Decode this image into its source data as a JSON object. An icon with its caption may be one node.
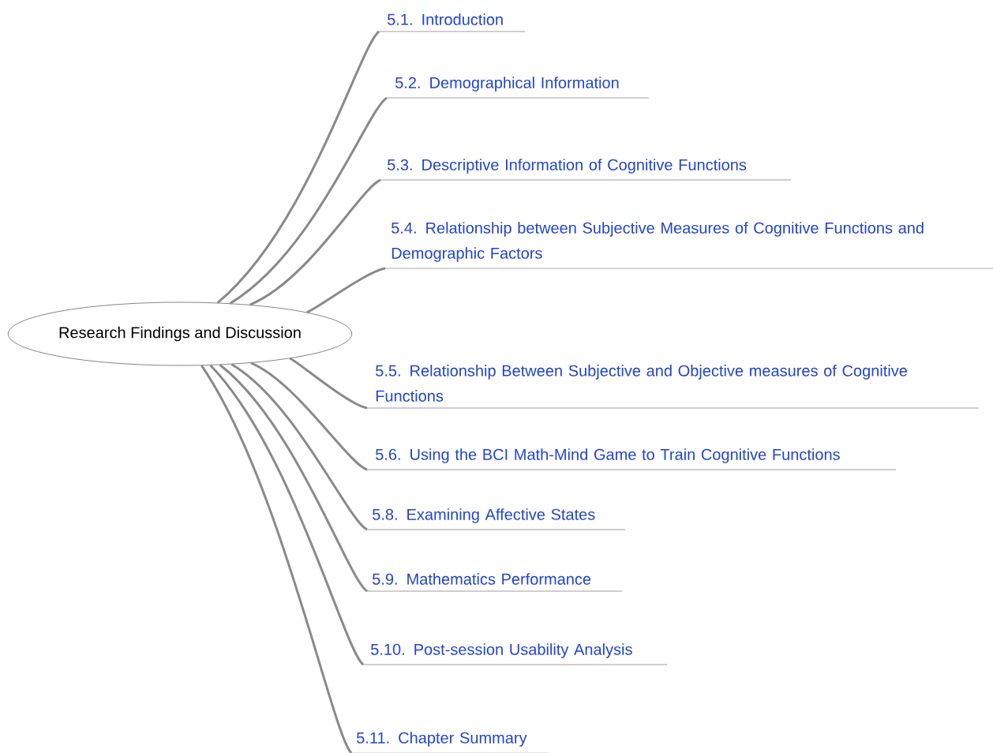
{
  "diagram": {
    "nodes": [
      {
        "text": [
          "Research Findings and Discussion"
        ]
      },
      {
        "text": [
          "5.1. Introduction"
        ]
      },
      {
        "text": [
          "5.2. Demographical Information"
        ]
      },
      {
        "text": [
          "5.3. Descriptive Information of Cognitive Functions"
        ]
      },
      {
        "text": [
          "5.4. Relationship between Subjective Measures of Cognitive Functions and Demographic Factors"
        ]
      },
      {
        "text": [
          "5.5. Relationship Between Subjective and Objective measures of Cognitive Functions"
        ]
      },
      {
        "text": [
          "5.6. Using the BCI Math-Mind Game to Train Cognitive Functions"
        ]
      },
      {
        "text": [
          "5.8. Examining Affective States"
        ]
      },
      {
        "text": [
          "5.9. Mathematics Performance"
        ]
      },
      {
        "text": [
          "5.10. Post-session Usability Analysis"
        ]
      },
      {
        "text": [
          "5.11. Chapter Summary"
        ]
      }
    ],
    "edges": [
      {
        "from": 0,
        "to": 1,
        "arrow": "none"
      },
      {
        "from": 0,
        "to": 2,
        "arrow": "none"
      },
      {
        "from": 0,
        "to": 3,
        "arrow": "none"
      },
      {
        "from": 0,
        "to": 4,
        "arrow": "none"
      },
      {
        "from": 0,
        "to": 5,
        "arrow": "none"
      },
      {
        "from": 0,
        "to": 6,
        "arrow": "none"
      },
      {
        "from": 0,
        "to": 7,
        "arrow": "none"
      },
      {
        "from": 0,
        "to": 8,
        "arrow": "none"
      },
      {
        "from": 0,
        "to": 9,
        "arrow": "none"
      },
      {
        "from": 0,
        "to": 10,
        "arrow": "none"
      }
    ]
  }
}
